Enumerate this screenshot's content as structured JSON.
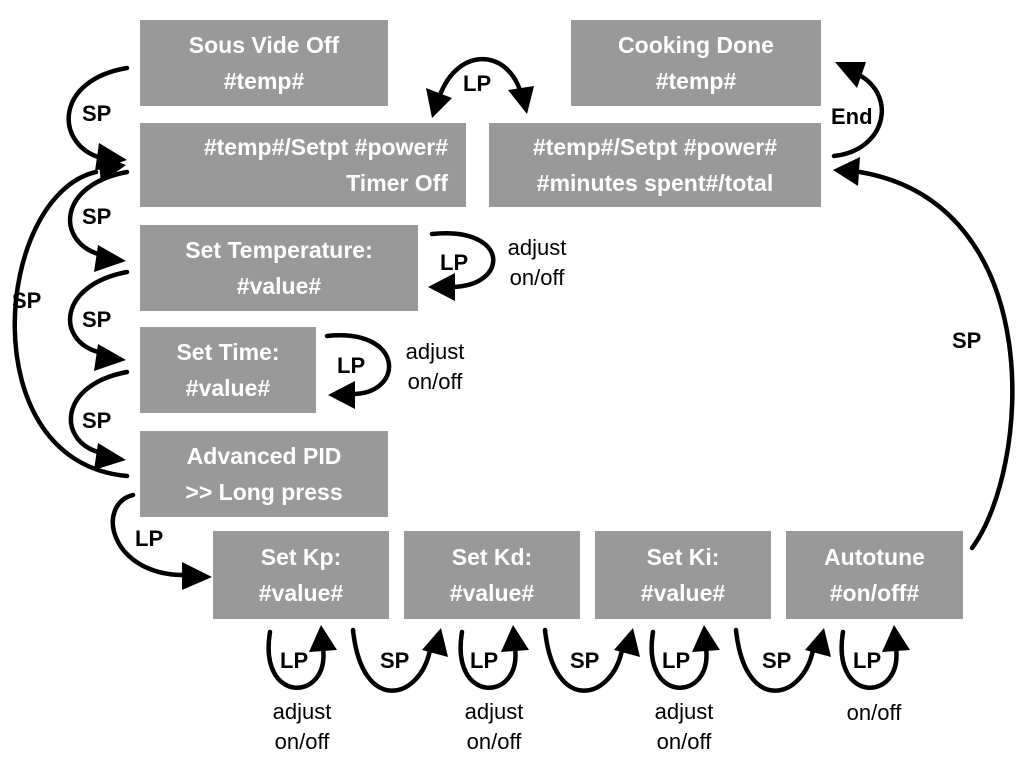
{
  "states": {
    "sous_vide_off": [
      "Sous Vide Off",
      "#temp#"
    ],
    "cooking_done": [
      "Cooking Done",
      "#temp#"
    ],
    "running_timer_off": [
      "#temp#/Setpt #power#",
      "Timer Off"
    ],
    "running_timed": [
      "#temp#/Setpt #power#",
      "#minutes spent#/total"
    ],
    "set_temperature": [
      "Set Temperature:",
      "#value#"
    ],
    "set_time": [
      "Set Time:",
      "#value#"
    ],
    "advanced_pid": [
      "Advanced PID",
      ">> Long press"
    ],
    "set_kp": [
      "Set Kp:",
      "#value#"
    ],
    "set_kd": [
      "Set Kd:",
      "#value#"
    ],
    "set_ki": [
      "Set Ki:",
      "#value#"
    ],
    "autotune": [
      "Autotune",
      "#on/off#"
    ]
  },
  "labels": {
    "sp": "SP",
    "lp": "LP",
    "end": "End"
  },
  "notes": {
    "adjust": "adjust",
    "on_off": "on/off"
  }
}
